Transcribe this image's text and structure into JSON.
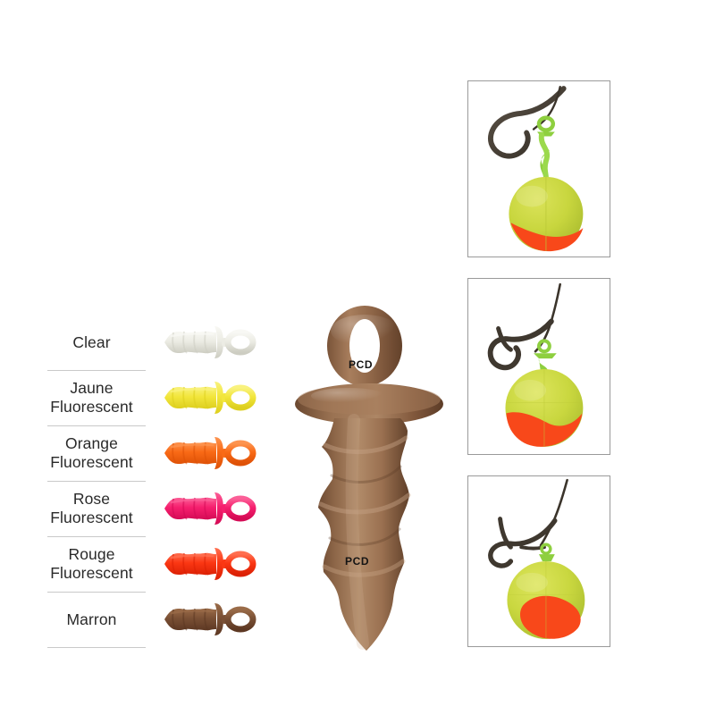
{
  "product": {
    "type": "fishing-bait-screw-colour-chart",
    "background_color": "#ffffff",
    "watermark_text": "PCD"
  },
  "color_list": {
    "divider_color": "#c9c9c9",
    "items": [
      {
        "label": "Clear",
        "label_lines": [
          "Clear"
        ],
        "swatch_name": "clear-bait-screw",
        "color": "#ecece4",
        "color_dark": "#cdcdc2",
        "color_light": "#f8f8f4"
      },
      {
        "label": "Jaune Fluorescent",
        "label_lines": [
          "Jaune",
          "Fluorescent"
        ],
        "swatch_name": "yellow-fluorescent-bait-screw",
        "color": "#f2e63c",
        "color_dark": "#ddcf1e",
        "color_light": "#f9f27e"
      },
      {
        "label": "Orange Fluorescent",
        "label_lines": [
          "Orange",
          "Fluorescent"
        ],
        "swatch_name": "orange-fluorescent-bait-screw",
        "color": "#f96a16",
        "color_dark": "#df5207",
        "color_light": "#fd9450"
      },
      {
        "label": "Rose Fluorescent",
        "label_lines": [
          "Rose",
          "Fluorescent"
        ],
        "swatch_name": "pink-fluorescent-bait-screw",
        "color": "#f61f6e",
        "color_dark": "#d40b55",
        "color_light": "#fb5f97"
      },
      {
        "label": "Rouge Fluorescent",
        "label_lines": [
          "Rouge",
          "Fluorescent"
        ],
        "swatch_name": "red-fluorescent-bait-screw",
        "color": "#fb3713",
        "color_dark": "#dc2105",
        "color_light": "#ff6f50"
      },
      {
        "label": "Marron",
        "label_lines": [
          "Marron"
        ],
        "swatch_name": "brown-bait-screw",
        "color": "#7a5035",
        "color_dark": "#5d3823",
        "color_light": "#9a6b48"
      }
    ]
  },
  "big_screw": {
    "name": "brown-bait-screw-large",
    "color": "#8a6346",
    "color_dark": "#6b4830",
    "color_light": "#ab8366",
    "watermarks": [
      {
        "text": "PCD",
        "position": "top-eyelet"
      },
      {
        "text": "PCD",
        "position": "lower-thread"
      }
    ]
  },
  "panels": {
    "border_color": "#9a9a9a",
    "items": [
      {
        "name": "usage-step-1",
        "caption": "",
        "hook_color": "#4a4238",
        "screw_color": "#8ecf3f",
        "bait_top_color": "#ccd943",
        "bait_bottom_color": "#f8481a",
        "description": "hook with green bait screw above yellow-orange boilie"
      },
      {
        "name": "usage-step-2",
        "caption": "",
        "hook_color": "#4a4238",
        "screw_color": "#8ecf3f",
        "bait_top_color": "#ccd943",
        "bait_bottom_color": "#f8481a",
        "description": "bait screw threaded into boilie hanging from hook"
      },
      {
        "name": "usage-step-3",
        "caption": "",
        "hook_color": "#4a4238",
        "screw_color": "#8ecf3f",
        "bait_top_color": "#ccd943",
        "bait_bottom_color": "#f8481a",
        "description": "boilie fully mounted on hook rig"
      }
    ]
  }
}
